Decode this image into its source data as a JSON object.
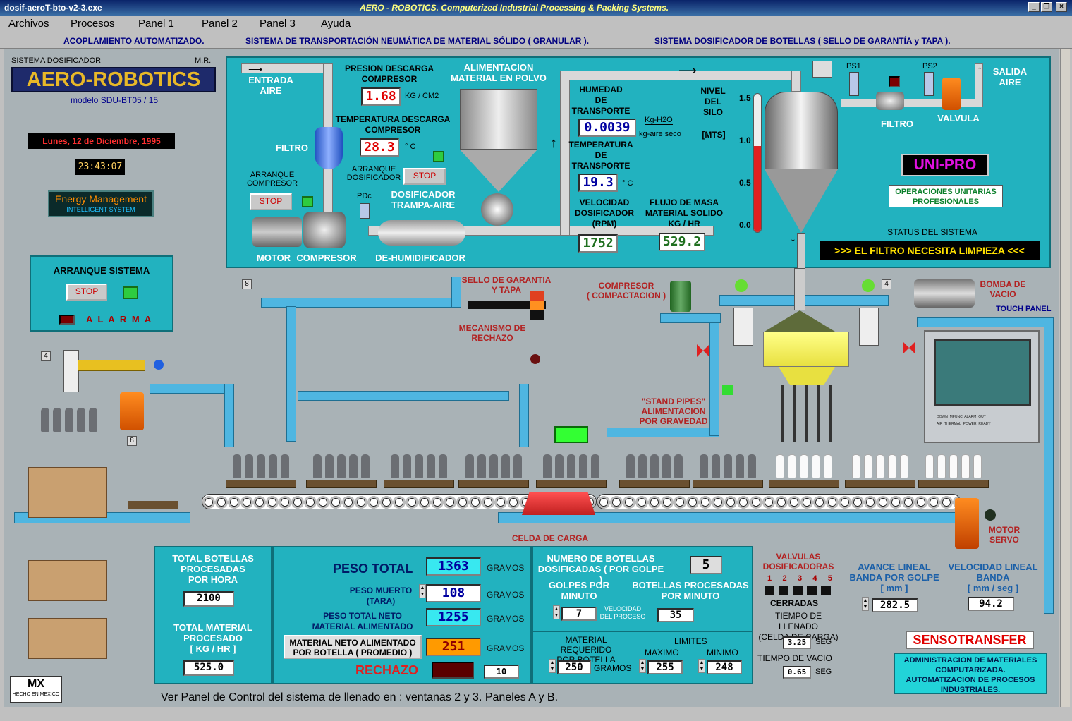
{
  "window": {
    "title": "dosif-aeroT-bto-v2-3.exe",
    "subtitle": "AERO - ROBOTICS.   Computerized Industrial Processing & Packing Systems.",
    "btn_min": "_",
    "btn_max": "❐",
    "btn_close": "×"
  },
  "menu": {
    "items": [
      "Archivos",
      "Procesos",
      "Panel 1",
      "Panel 2",
      "Panel 3",
      "Ayuda"
    ]
  },
  "sections": {
    "s1": "ACOPLAMIENTO AUTOMATIZADO.",
    "s2": "SISTEMA DE TRANSPORTACIÓN NEUMÁTICA DE MATERIAL SÓLIDO ( GRANULAR ).",
    "s3": "SISTEMA DOSIFICADOR DE BOTELLAS ( SELLO DE GARANTÍA y TAPA )."
  },
  "brand": {
    "system": "SISTEMA DOSIFICADOR",
    "mr": "M.R.",
    "name": "AERO-ROBOTICS",
    "model": "modelo SDU-BT05 / 15",
    "date": "Lunes,  12 de Diciembre, 1995",
    "time": "23:43:07",
    "energy": "Energy Management",
    "energy_sub": "INTELLIGENT SYSTEM"
  },
  "arranque": {
    "title": "ARRANQUE  SISTEMA",
    "stop": "STOP",
    "alarm": "A L A R M A"
  },
  "pneumatic": {
    "entrada_aire": "ENTRADA\nAIRE",
    "filtro": "FILTRO",
    "arranque_comp": "ARRANQUE\nCOMPRESOR",
    "stop1": "STOP",
    "motor": "MOTOR",
    "compresor": "COMPRESOR",
    "dehum": "DE-HUMIDIFICADOR",
    "presion_lbl": "PRESION  DESCARGA\nCOMPRESOR",
    "presion_val": "1.68",
    "presion_unit": "KG / CM2",
    "temp_lbl": "TEMPERATURA  DESCARGA\nCOMPRESOR",
    "temp_val": "28.3",
    "temp_unit": "° C",
    "arranque_dos": "ARRANQUE\nDOSIFICADOR",
    "stop2": "STOP",
    "pdc": "PDc",
    "alim": "ALIMENTACION\nMATERIAL EN POLVO",
    "dos_trampa": "DOSIFICADOR\nTRAMPA-AIRE",
    "humedad_lbl": "HUMEDAD\nDE\nTRANSPORTE",
    "humedad_val": "0.0039",
    "humedad_unit1": "Kg-H2O",
    "humedad_unit2": "kg-aire seco",
    "temp_trans_lbl": "TEMPERATURA\nDE\nTRANSPORTE",
    "temp_trans_val": "19.3",
    "temp_trans_unit": "° C",
    "vel_lbl": "VELOCIDAD\nDOSIFICADOR\n(RPM)",
    "vel_val": "1752",
    "flujo_lbl": "FLUJO DE MASA\nMATERIAL SOLIDO\nKG / HR",
    "flujo_val": "529.2",
    "nivel_lbl": "NIVEL\nDEL\nSILO",
    "nivel_unit": "[MTS]",
    "ticks": [
      "1.5",
      "1.0",
      "0.5",
      "0.0"
    ],
    "level_fraction": 0.62,
    "ps1": "PS1",
    "ps2": "PS2",
    "filtro2": "FILTRO",
    "valvula": "VALVULA",
    "salida": "SALIDA\nAIRE",
    "unipro": "UNI-PRO",
    "unipro_sub": "OPERACIONES UNITARIAS\nPROFESIONALES",
    "status_lbl": "STATUS DEL SISTEMA",
    "status_msg": ">>> EL FILTRO NECESITA LIMPIEZA <<<"
  },
  "line": {
    "n8a": "8",
    "n4a": "4",
    "n8b": "8",
    "n4b": "4",
    "sello": "SELLO DE GARANTIA\nY  TAPA",
    "mecanismo": "MECANISMO DE\nRECHAZO",
    "compresor_comp": "COMPRESOR\n( COMPACTACION )",
    "stand": "\"STAND PIPES\"\nALIMENTACION\nPOR GRAVEDAD",
    "bomba": "BOMBA DE\nVACIO",
    "touch": "TOUCH  PANEL",
    "celda": "CELDA DE CARGA",
    "motor_servo": "MOTOR\nSERVO",
    "tp_labels": [
      "DOWN",
      "MFUNC",
      "ALARM",
      "OUT",
      "AIR",
      "THERMAL",
      "POWER",
      "READY"
    ]
  },
  "totals": {
    "bph_lbl": "TOTAL BOTELLAS\nPROCESADAS\nPOR HORA",
    "bph_val": "2100",
    "mat_lbl": "TOTAL MATERIAL\nPROCESADO\n[ KG / HR ]",
    "mat_val": "525.0"
  },
  "weights": {
    "peso_total_lbl": "PESO TOTAL",
    "peso_total_val": "1363",
    "peso_muerto_lbl": "PESO MUERTO\n(TARA)",
    "peso_muerto_val": "108",
    "neto_lbl": "PESO TOTAL NETO\nMATERIAL ALIMENTADO",
    "neto_val": "1255",
    "prom_lbl": "MATERIAL NETO ALIMENTADO\nPOR  BOTELLA  ( PROMEDIO )",
    "prom_val": "251",
    "rechazo_lbl": "RECHAZO",
    "rechazo_val": "10",
    "gramos": "GRAMOS"
  },
  "dosing": {
    "num_lbl": "NUMERO DE BOTELLAS\nDOSIFICADAS ( POR GOLPE )",
    "num_val": "5",
    "golpes_lbl": "GOLPES POR\nMINUTO",
    "golpes_val": "7",
    "vel_proc": "VELOCIDAD\nDEL PROCESO",
    "botellas_lbl": "BOTELLAS PROCESADAS\nPOR MINUTO",
    "botellas_val": "35",
    "req_lbl": "MATERIAL REQUERIDO\nPOR BOTELLA",
    "req_val": "250",
    "gramos": "GRAMOS",
    "limites": "LIMITES",
    "max_lbl": "MAXIMO",
    "max_val": "255",
    "min_lbl": "MINIMO",
    "min_val": "248"
  },
  "valves": {
    "title": "VALVULAS\nDOSIFICADORAS",
    "nums": [
      "1",
      "2",
      "3",
      "4",
      "5"
    ],
    "state": "CERRADAS",
    "llenado_lbl": "TIEMPO DE LLENADO\n(CELDA DE CARGA)",
    "llenado_val": "3.25",
    "vacio_lbl": "TIEMPO DE VACIO",
    "vacio_val": "0.65",
    "seg": "SEG"
  },
  "band": {
    "avance_lbl": "AVANCE LINEAL\nBANDA POR GOLPE\n[ mm ]",
    "avance_val": "282.5",
    "vel_lbl": "VELOCIDAD  LINEAL\nBANDA\n[ mm / seg ]",
    "vel_val": "94.2"
  },
  "senso": {
    "title": "SENSOTRANSFER",
    "desc": "ADMINISTRACION DE MATERIALES\nCOMPUTARIZADA.\nAUTOMATIZACION DE PROCESOS\nINDUSTRIALES."
  },
  "footer": {
    "msg": "Ver Panel de Control del sistema de llenado en : ventanas 2 y 3. Paneles A y B.",
    "mx": "MX",
    "mx_sub": "HECHO EN MEXICO"
  }
}
